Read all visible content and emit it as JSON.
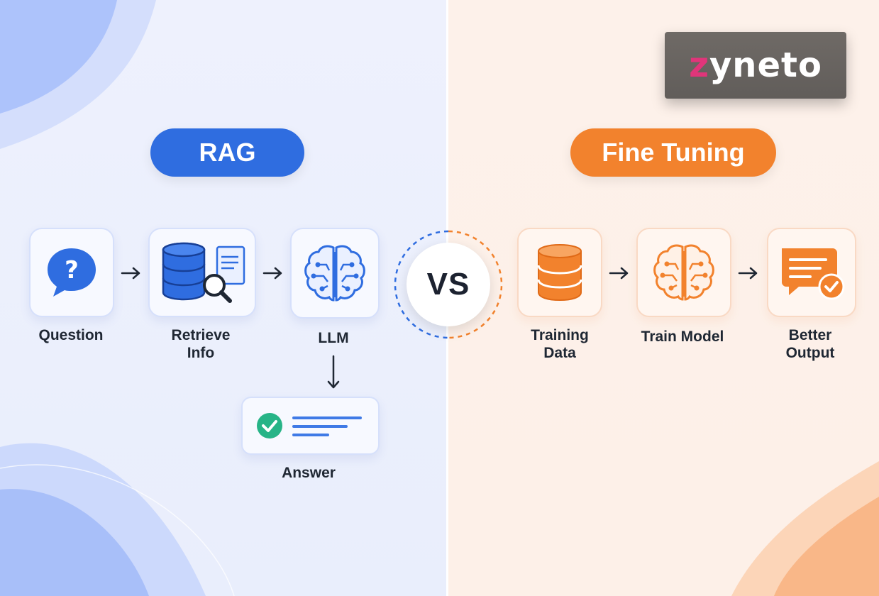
{
  "brand": {
    "name_first": "z",
    "name_rest": "yneto"
  },
  "left": {
    "title": "RAG",
    "steps": [
      {
        "label": "Question",
        "icon": "question-bubble-icon"
      },
      {
        "label_line1": "Retrieve",
        "label_line2": "Info",
        "icon": "database-search-icon"
      },
      {
        "label": "LLM",
        "icon": "brain-circuit-icon"
      }
    ],
    "result": {
      "label": "Answer",
      "icon": "check-answer-icon"
    }
  },
  "vs_label": "VS",
  "right": {
    "title": "Fine Tuning",
    "steps": [
      {
        "label_line1": "Training",
        "label_line2": "Data",
        "icon": "database-icon"
      },
      {
        "label": "Train Model",
        "icon": "brain-circuit-icon"
      },
      {
        "label_line1": "Better",
        "label_line2": "Output",
        "icon": "message-check-icon"
      }
    ]
  },
  "colors": {
    "rag_blue": "#2f6de0",
    "fine_tuning_orange": "#f2822d",
    "answer_green": "#27b487"
  }
}
